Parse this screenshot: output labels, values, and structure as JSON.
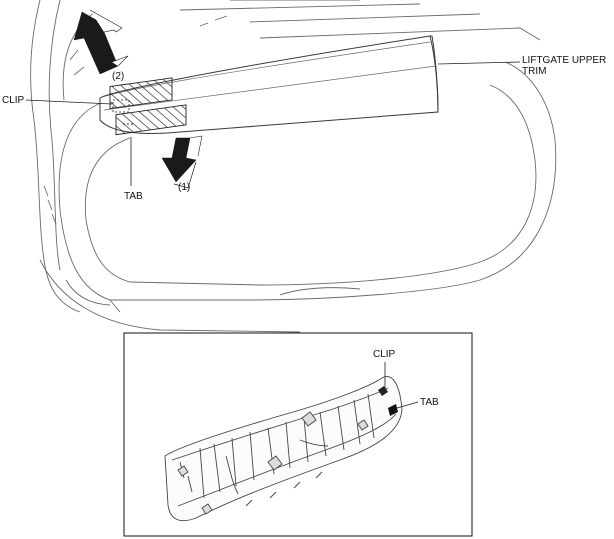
{
  "labels": {
    "clip_main": "CLIP",
    "tab_main": "TAB",
    "liftgate_line1": "LIFTGATE UPPER",
    "liftgate_line2": "TRIM",
    "arrow_up_step": "(2)",
    "arrow_down_step": "(1)",
    "clip_inset": "CLIP",
    "tab_inset": "TAB"
  },
  "colors": {
    "ink": "#111111",
    "line": "#6a6a6a",
    "hatch": "#222222",
    "arrow_fill": "#1a1a1a",
    "background": "#ffffff"
  }
}
